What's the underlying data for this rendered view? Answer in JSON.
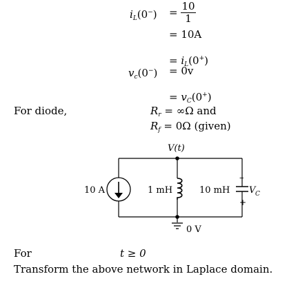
{
  "equations": {
    "l1_lhs_var": "i",
    "l1_lhs_sub": "L",
    "l1_lhs_arg": "(0",
    "l1_lhs_sup": "−",
    "l1_lhs_close": ")",
    "l1_eq": "=",
    "l1_frac_num": "10",
    "l1_frac_den": "1",
    "l2": "= 10A",
    "l3_eq": "=",
    "l3_var": "i",
    "l3_sub": "L",
    "l3_arg": "(0",
    "l3_sup": "+",
    "l3_close": ")",
    "l4_var": "v",
    "l4_sub": "c",
    "l4_arg": "(0",
    "l4_sup": "−",
    "l4_close": ")",
    "l4_rhs": "= 0v",
    "l5_eq": "=",
    "l5_var": "v",
    "l5_sub": "C",
    "l5_arg": "(0",
    "l5_sup": "+",
    "l5_close": ")"
  },
  "diode": {
    "label": "For diode,",
    "r1_var": "R",
    "r1_sub": "r",
    "r1_rhs": "= ∞Ω  and",
    "r2_var": "R",
    "r2_sub": "f",
    "r2_rhs": "= 0Ω  (given)"
  },
  "circuit": {
    "node_label": "V(t)",
    "source_label": "10 A",
    "inductor_label": "1 mH",
    "cap_label": "10 mH",
    "vc_label": "V",
    "vc_sub": "C",
    "minus": "–",
    "plus": "+",
    "ground_label": "0 V"
  },
  "footer": {
    "for_label": "For",
    "condition": "t ≥ 0",
    "instruction": "Transform the above network in Laplace domain."
  }
}
